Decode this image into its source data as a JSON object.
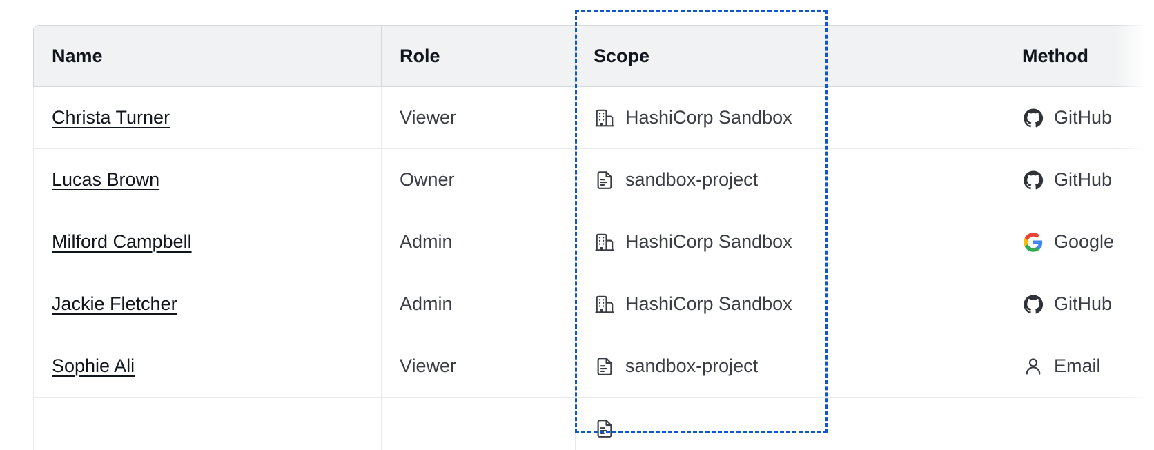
{
  "table": {
    "columns": [
      {
        "key": "name",
        "label": "Name"
      },
      {
        "key": "role",
        "label": "Role"
      },
      {
        "key": "scope",
        "label": "Scope"
      },
      {
        "key": "blank",
        "label": ""
      },
      {
        "key": "method",
        "label": "Method"
      }
    ],
    "rows": [
      {
        "name": "Christa Turner",
        "role": "Viewer",
        "scope": "HashiCorp Sandbox",
        "scope_icon": "organization-icon",
        "method": "GitHub",
        "method_icon": "github-icon"
      },
      {
        "name": "Lucas Brown",
        "role": "Owner",
        "scope": "sandbox-project",
        "scope_icon": "project-icon",
        "method": "GitHub",
        "method_icon": "github-icon"
      },
      {
        "name": "Milford Campbell",
        "role": "Admin",
        "scope": "HashiCorp Sandbox",
        "scope_icon": "organization-icon",
        "method": "Google",
        "method_icon": "google-icon"
      },
      {
        "name": "Jackie Fletcher",
        "role": "Admin",
        "scope": "HashiCorp Sandbox",
        "scope_icon": "organization-icon",
        "method": "GitHub",
        "method_icon": "github-icon"
      },
      {
        "name": "Sophie Ali",
        "role": "Viewer",
        "scope": "sandbox-project",
        "scope_icon": "project-icon",
        "method": "Email",
        "method_icon": "user-icon"
      },
      {
        "name": "",
        "role": "",
        "scope": "",
        "scope_icon": "project-icon",
        "method": "",
        "method_icon": ""
      }
    ]
  },
  "annotation": {
    "target_column": "Scope",
    "style": "dashed",
    "color": "#0f56d3"
  },
  "colors": {
    "header_background": "#f1f2f3",
    "header_text": "#11151c",
    "body_text": "#3b3d45",
    "link_text": "#11151c",
    "border": "#e8eaed",
    "header_border": "#d5d8dd",
    "highlight": "#0f56d3",
    "google_blue": "#4285f4",
    "google_red": "#ea4335",
    "google_yellow": "#fbbc05",
    "google_green": "#34a853",
    "github_dark": "#2f3337"
  }
}
